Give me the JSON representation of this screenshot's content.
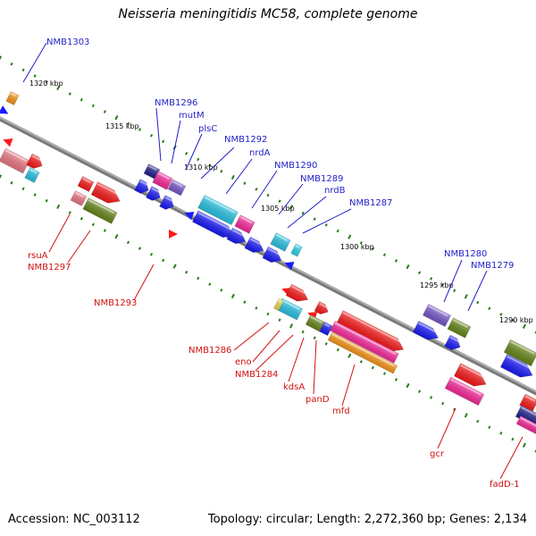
{
  "title": "Neisseria meningitidis MC58, complete genome",
  "footer": {
    "accession": "Accession: NC_003112",
    "summary": "Topology: circular; Length: 2,272,360 bp; Genes: 2,134"
  },
  "colors": {
    "label_top": "#1f1fc8",
    "label_bottom": "#d01010",
    "backbone": "#888888",
    "tick": "#2a7a1a"
  },
  "scale_labels": [
    "1320 kbp",
    "1315 kbp",
    "1310 kbp",
    "1305 kbp",
    "1300 kbp",
    "1295 kbp",
    "1290 kbp"
  ],
  "top_labels": [
    "NMB1303",
    "NMB1296",
    "mutM",
    "plsC",
    "NMB1292",
    "nrdA",
    "NMB1290",
    "NMB1289",
    "nrdB",
    "NMB1287",
    "NMB1280",
    "NMB1279"
  ],
  "bottom_labels": [
    "rsuA",
    "NMB1297",
    "NMB1293",
    "NMB1286",
    "eno",
    "NMB1284",
    "kdsA",
    "panD",
    "mfd",
    "gcr",
    "fadD-1"
  ]
}
